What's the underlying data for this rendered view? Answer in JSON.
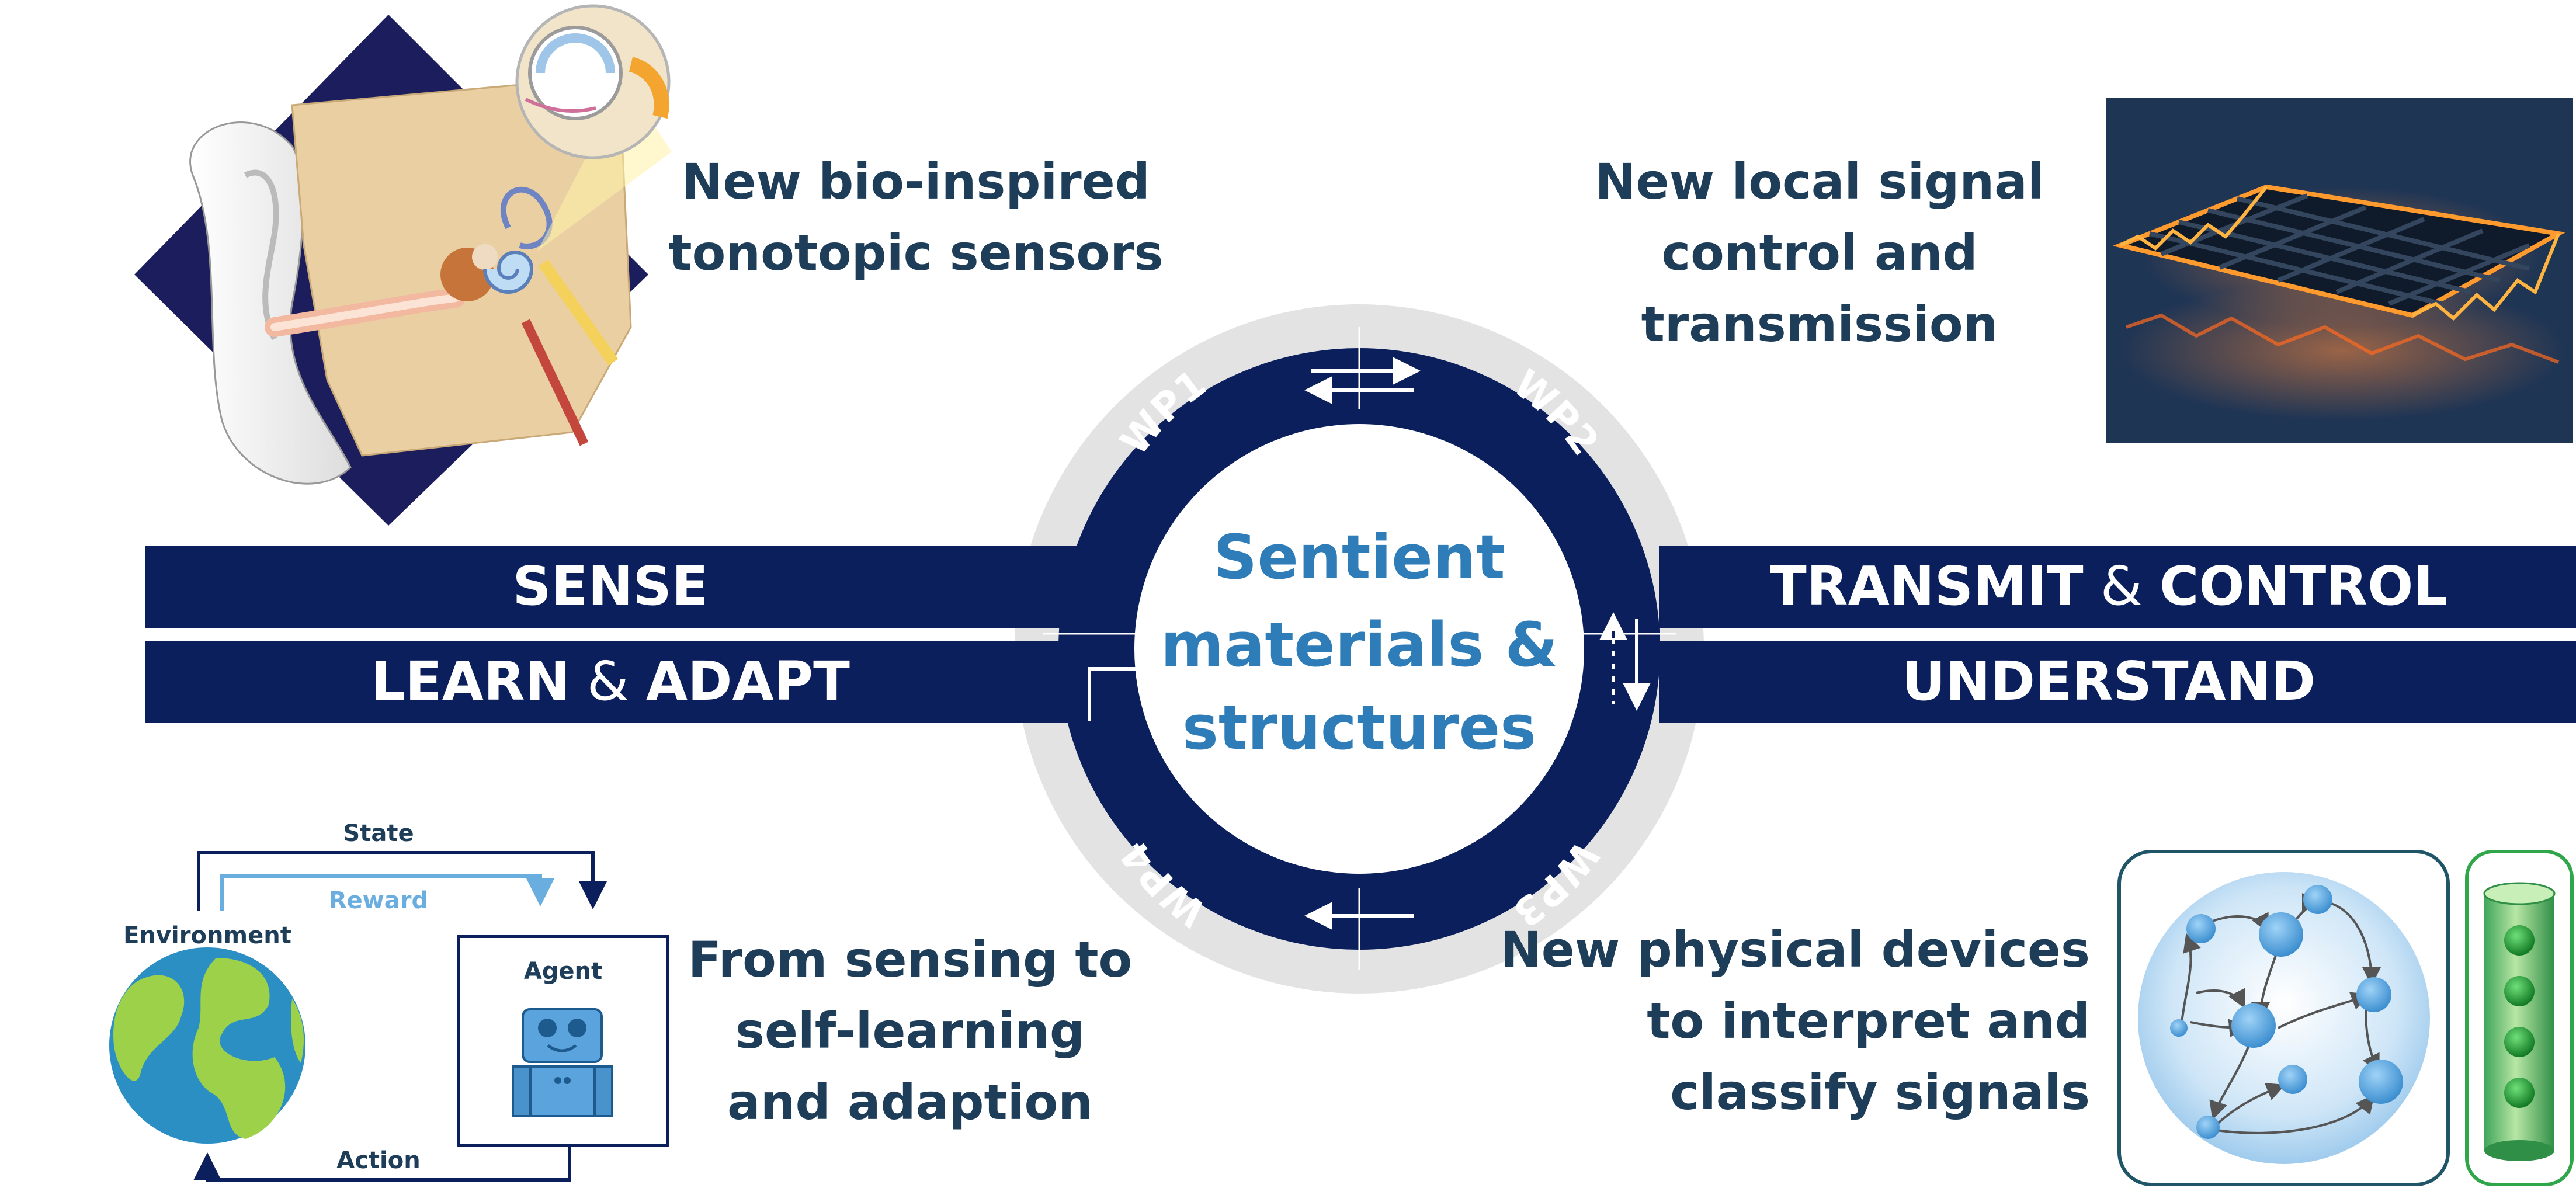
{
  "colors": {
    "navy": "#0a1f5c",
    "ring_grey": "#e3e3e3",
    "center_text": "#2e7db8",
    "heading_text": "#1d3d59",
    "light_blue": "#6aaddf",
    "agent_blue": "#5aa3dd",
    "earth_ocean": "#2b8fc4",
    "earth_land": "#9ed14a",
    "device_green": "#2fa64a"
  },
  "bands": {
    "sense": "SENSE",
    "learn": "LEARN",
    "adapt": "ADAPT",
    "transmit": "TRANSMIT",
    "control": "CONTROL",
    "understand": "UNDERSTAND",
    "amp": "&"
  },
  "center": {
    "line1": "Sentient",
    "line2": "materials &",
    "line3": "structures"
  },
  "work_packages": [
    "WP1",
    "WP2",
    "WP3",
    "WP4"
  ],
  "captions": {
    "top_left": [
      "New bio-inspired",
      "tonotopic sensors"
    ],
    "top_right": [
      "New local signal",
      "control and",
      "transmission"
    ],
    "bottom_left": [
      "From sensing to",
      "self-learning",
      "and adaption"
    ],
    "bottom_right": [
      "New physical devices",
      "to interpret and",
      "classify signals"
    ]
  },
  "rl_loop": {
    "state": "State",
    "reward": "Reward",
    "environment": "Environment",
    "agent": "Agent",
    "action": "Action"
  },
  "icons": [
    "ear-anatomy-illustration",
    "mesh-lattice-illustration",
    "earth-icon",
    "robot-icon",
    "neural-network-sphere-icon",
    "device-cylinder-icon"
  ]
}
